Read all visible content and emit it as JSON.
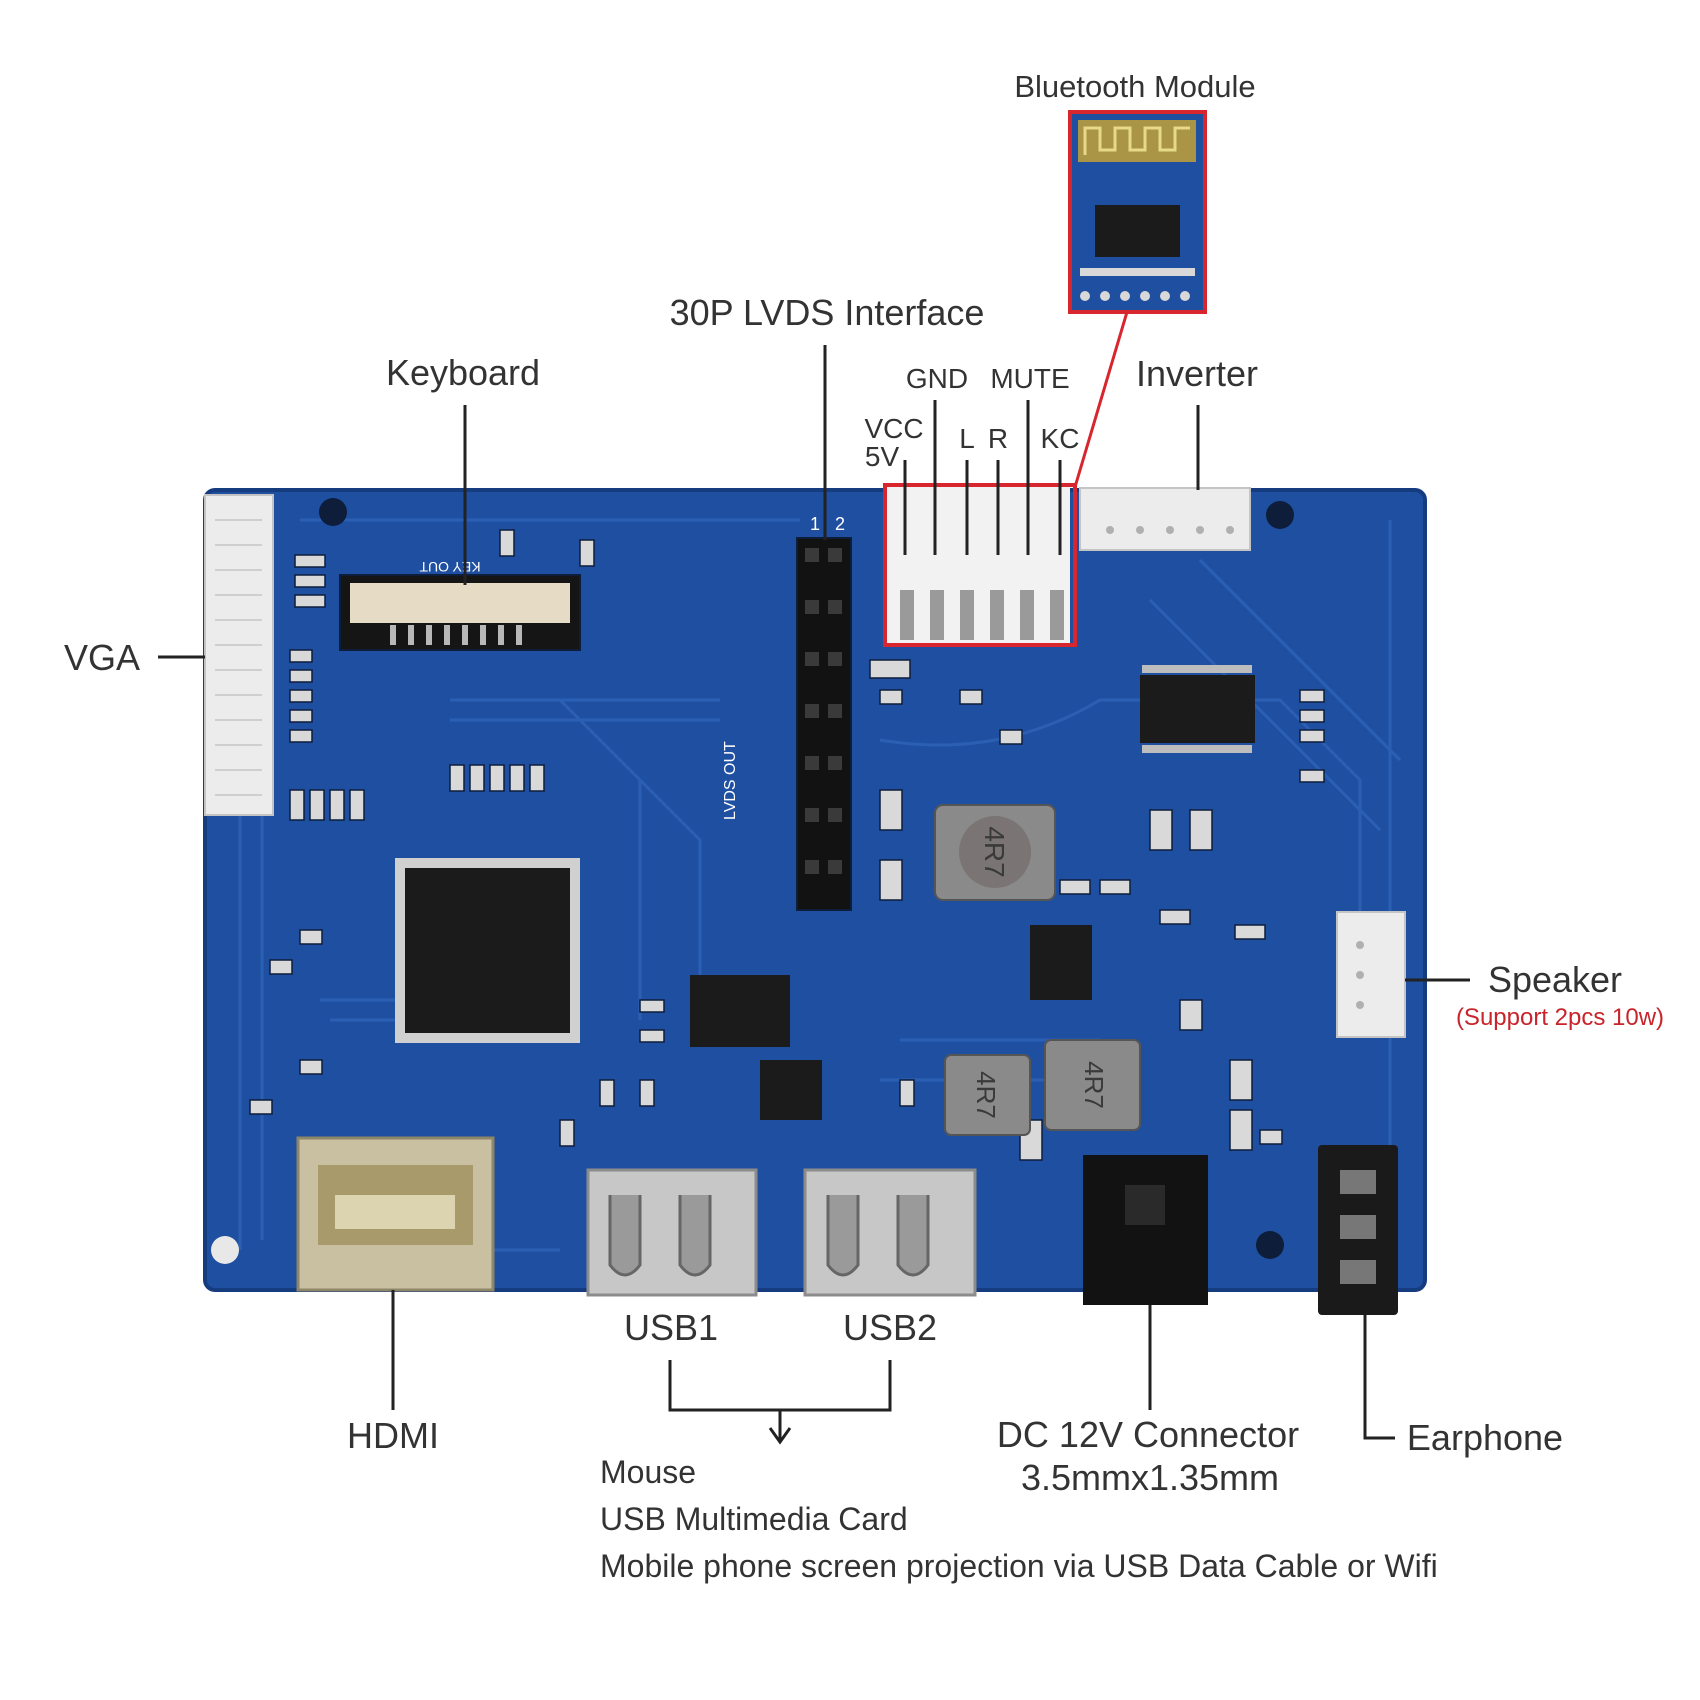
{
  "colors": {
    "pcb": "#1f4fa0",
    "pcb_dark": "#163c80",
    "trace": "#2f64b8",
    "highlight": "#d7262e",
    "connector": "#ececec",
    "chip": "#1b1b1b",
    "metal": "#b9b9b9",
    "label": "#333333"
  },
  "labels": {
    "bluetooth_module": "Bluetooth Module",
    "lvds_interface": "30P LVDS Interface",
    "keyboard": "Keyboard",
    "gnd": "GND",
    "mute": "MUTE",
    "inverter": "Inverter",
    "vcc": "VCC",
    "five_v": "5V",
    "l": "L",
    "r": "R",
    "kc": "KC",
    "vga": "VGA",
    "speaker": "Speaker",
    "speaker_note": "(Support 2pcs 10w)",
    "hdmi": "HDMI",
    "usb1": "USB1",
    "usb2": "USB2",
    "dc_connector": "DC 12V Connector",
    "dc_size": "3.5mmx1.35mm",
    "earphone": "Earphone",
    "usb_uses": [
      "Mouse",
      "USB Multimedia Card",
      "Mobile phone screen projection via USB Data Cable or Wifi"
    ]
  },
  "board_print": {
    "key_out": "KEY OUT",
    "lvds_out": "LVDS OUT",
    "pin1": "1",
    "pin2": "2",
    "inductor": "4R7"
  },
  "icons": [
    "hdmi-port-icon",
    "usb-port-icon",
    "dc-jack-icon",
    "audio-jack-icon",
    "bluetooth-antenna-icon"
  ]
}
